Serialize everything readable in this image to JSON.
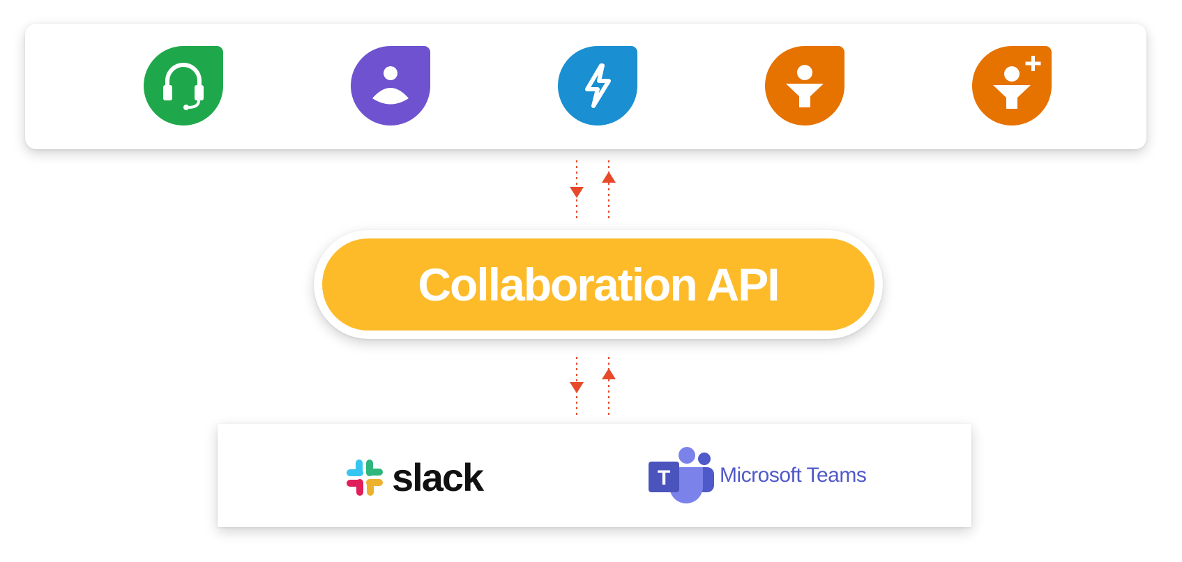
{
  "colors": {
    "freshdesk_green": "#1FA84B",
    "freshservice_purple": "#6E52CF",
    "freshchat_blue": "#1A8FD1",
    "freshsales_orange": "#E67200",
    "api_yellow": "#FDBB2A",
    "arrow_red": "#E8492B",
    "teams_purple": "#5059C9"
  },
  "top_apps": [
    {
      "icon": "headset-icon"
    },
    {
      "icon": "person-icon"
    },
    {
      "icon": "lightning-icon"
    },
    {
      "icon": "person-funnel-icon"
    },
    {
      "icon": "person-funnel-plus-icon"
    }
  ],
  "api": {
    "label": "Collaboration API"
  },
  "integrations": {
    "slack": {
      "wordmark": "slack"
    },
    "teams": {
      "badge": "T",
      "wordmark": "Microsoft Teams"
    }
  }
}
